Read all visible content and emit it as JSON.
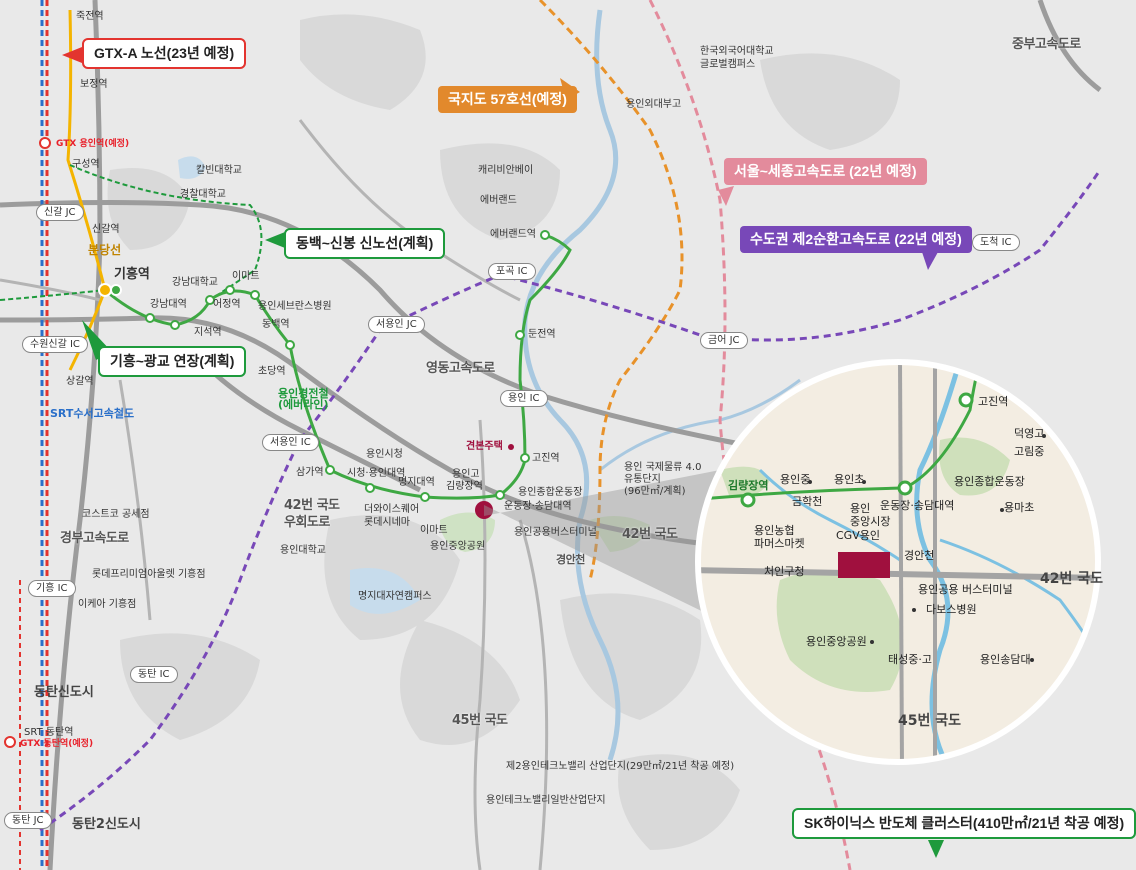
{
  "callouts": {
    "gtx_a": "GTX-A 노선(23년 예정)",
    "route57": "국지도 57호선(예정)",
    "seoul_sejong": "서울~세종고속도로 (22년 예정)",
    "ring2": "수도권 제2순환고속도로 (22년 예정)",
    "dongbaek": "동백~신봉 신노선(계획)",
    "giheung": "기흥~광교 연장(계획)",
    "sk": "SK하이닉스 반도체 클러스터(410만㎡/21년 착공 예정)"
  },
  "ic": {
    "singal": "신갈 JC",
    "suwon_singal": "수원신갈 IC",
    "giheung": "기흥 IC",
    "dongtan": "동탄 IC",
    "dongtan_jc": "동탄 JC",
    "seoyongin_jc": "서용인 JC",
    "seoyongin_ic": "서용인 IC",
    "pogok": "포곡 IC",
    "yongin": "용인 IC",
    "geumeo": "금어 JC",
    "docheok": "도척 IC"
  },
  "stations": {
    "jukjeon": "죽전역",
    "bojeong": "보정역",
    "gtx_yongin": "GTX 용인역(예정)",
    "guseong": "구성역",
    "singal": "신갈역",
    "bundang_line": "분당선",
    "giheung": "기흥역",
    "sanggal": "상갈역",
    "gangnam_univ": "강남대학교",
    "gangnam_stn": "강남대역",
    "jiseok": "지석역",
    "eojeong": "어정역",
    "emart1": "이마트",
    "severance": "용인세브란스병원",
    "dongbaek": "동백역",
    "chodang": "초당역",
    "everline": "용인경전철\n(에버라인)",
    "samga": "삼가역",
    "cityhall": "시청·용인대역",
    "myeongji": "명지대역",
    "gimnyangjang": "김량장역",
    "yongin_high": "용인고",
    "yongin_cityhall": "용인시청",
    "stadium": "운동장·송담대역",
    "yongin_stadium": "용인종합운동장",
    "gojin": "고진역",
    "dunjeon": "둔전역",
    "everland_stn": "에버랜드역",
    "kalvin": "칼빈대학교",
    "gyeongdong": "경찰대학교",
    "caribbean": "캐리비안베이",
    "everland": "에버랜드",
    "hufs": "한국외국어대학교\n글로벌캠퍼스",
    "yonginoedae": "용인외대부고",
    "lotte_cinema": "더와이스퀘어\n롯데시네마",
    "emart2": "이마트",
    "yongin_park": "용인중앙공원",
    "bus_terminal": "용인공용버스터미널",
    "yongin_univ": "용인대학교",
    "myeongji_campus": "명지대자연캠퍼스",
    "logistics": "용인 국제물류 4.0\n유통단지\n(96만㎡/계획)",
    "costco": "코스트코 공세점",
    "lotte_outlet": "롯데프리미엄아울렛 기흥점",
    "ikea": "이케아 기흥점",
    "srt_dongtan": "SRT 동탄역",
    "gtx_dongtan": "GTX 동탄역(예정)",
    "techno2": "제2용인테크노밸리 산업단지(29만㎡/21년 착공 예정)",
    "techno1": "용인테크노밸리일반산업단지",
    "site": "견본주택"
  },
  "roads": {
    "yeongdong": "영동고속도로",
    "gyeongbu": "경부고속도로",
    "jungbu": "중부고속도로",
    "srt": "SRT수서고속철도",
    "route42": "42번 국도",
    "bypass42": "42번 국도\n우회도로",
    "route42b": "42번 국도",
    "route45": "45번 국도",
    "gyeongan": "경안천",
    "dongtan_new": "동탄신도시",
    "dongtan2": "동탄2신도시"
  },
  "inset": {
    "gojin": "고진역",
    "deokyeong": "덕영고",
    "gorim": "고림중",
    "yongin_mid": "용인중",
    "yongin_elem": "용인초",
    "gimnyangjang": "김량장역",
    "geumhakcheon": "금학천",
    "jungang_market": "용인\n중앙시장",
    "stadium": "운동장·송담대역",
    "yongin_stadium": "용인종합운동장",
    "yongma": "용마초",
    "nonghyup": "용인농협\n파머스마켓",
    "cgv": "CGV용인",
    "cheoin": "처인구청",
    "gyeongan": "경안천",
    "route42": "42번 국도",
    "bus_terminal": "용인공용 버스터미널",
    "dabos": "다보스병원",
    "park": "용인중앙공원",
    "taeseong": "태성중·고",
    "songdam": "용인송담대",
    "route45": "45번 국도"
  },
  "colors": {
    "gtx": "#e3342f",
    "srt": "#2a6fc9",
    "bundang": "#f4b400",
    "everline": "#3ea843",
    "planned_green": "#1e9a3c",
    "route57": "#e8922a",
    "seoul_sejong": "#e38b9c",
    "ring2": "#7848b8",
    "site": "#a0103e"
  }
}
